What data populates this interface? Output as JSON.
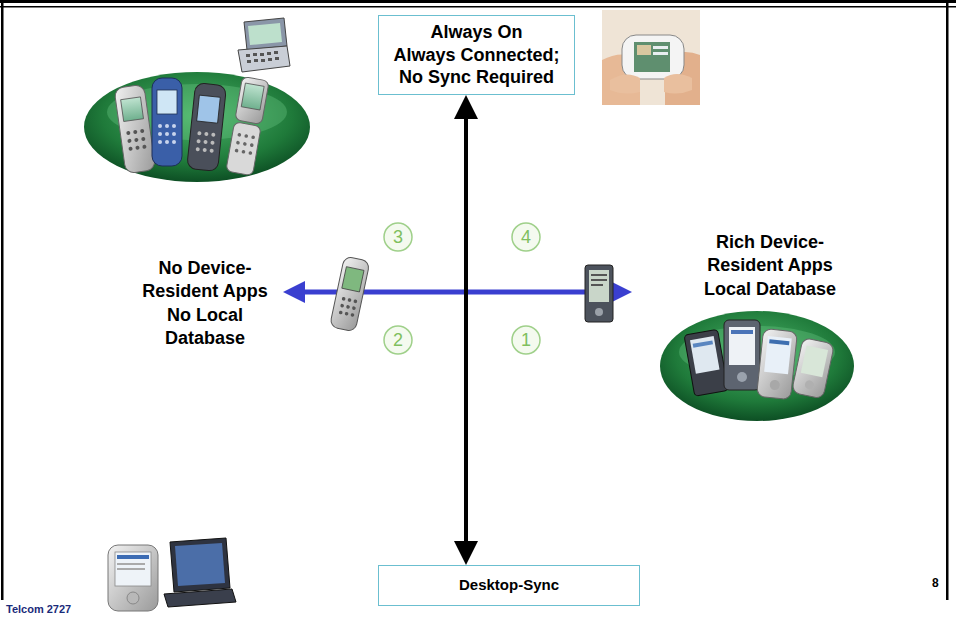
{
  "diagram": {
    "nodes": [
      {
        "text": [
          "Always On Always Connected; No Sync Required"
        ]
      },
      {
        "text": [
          "Desktop-Sync"
        ]
      }
    ],
    "edges": [
      {
        "from": 0,
        "to": 1,
        "arrow": "both"
      }
    ],
    "labels": [
      "No Device-Resident Apps No Local Database",
      "3",
      "4",
      "Rich Device-Resident Apps Local Database",
      "2",
      "1",
      "Telcom 2727",
      "8"
    ]
  }
}
